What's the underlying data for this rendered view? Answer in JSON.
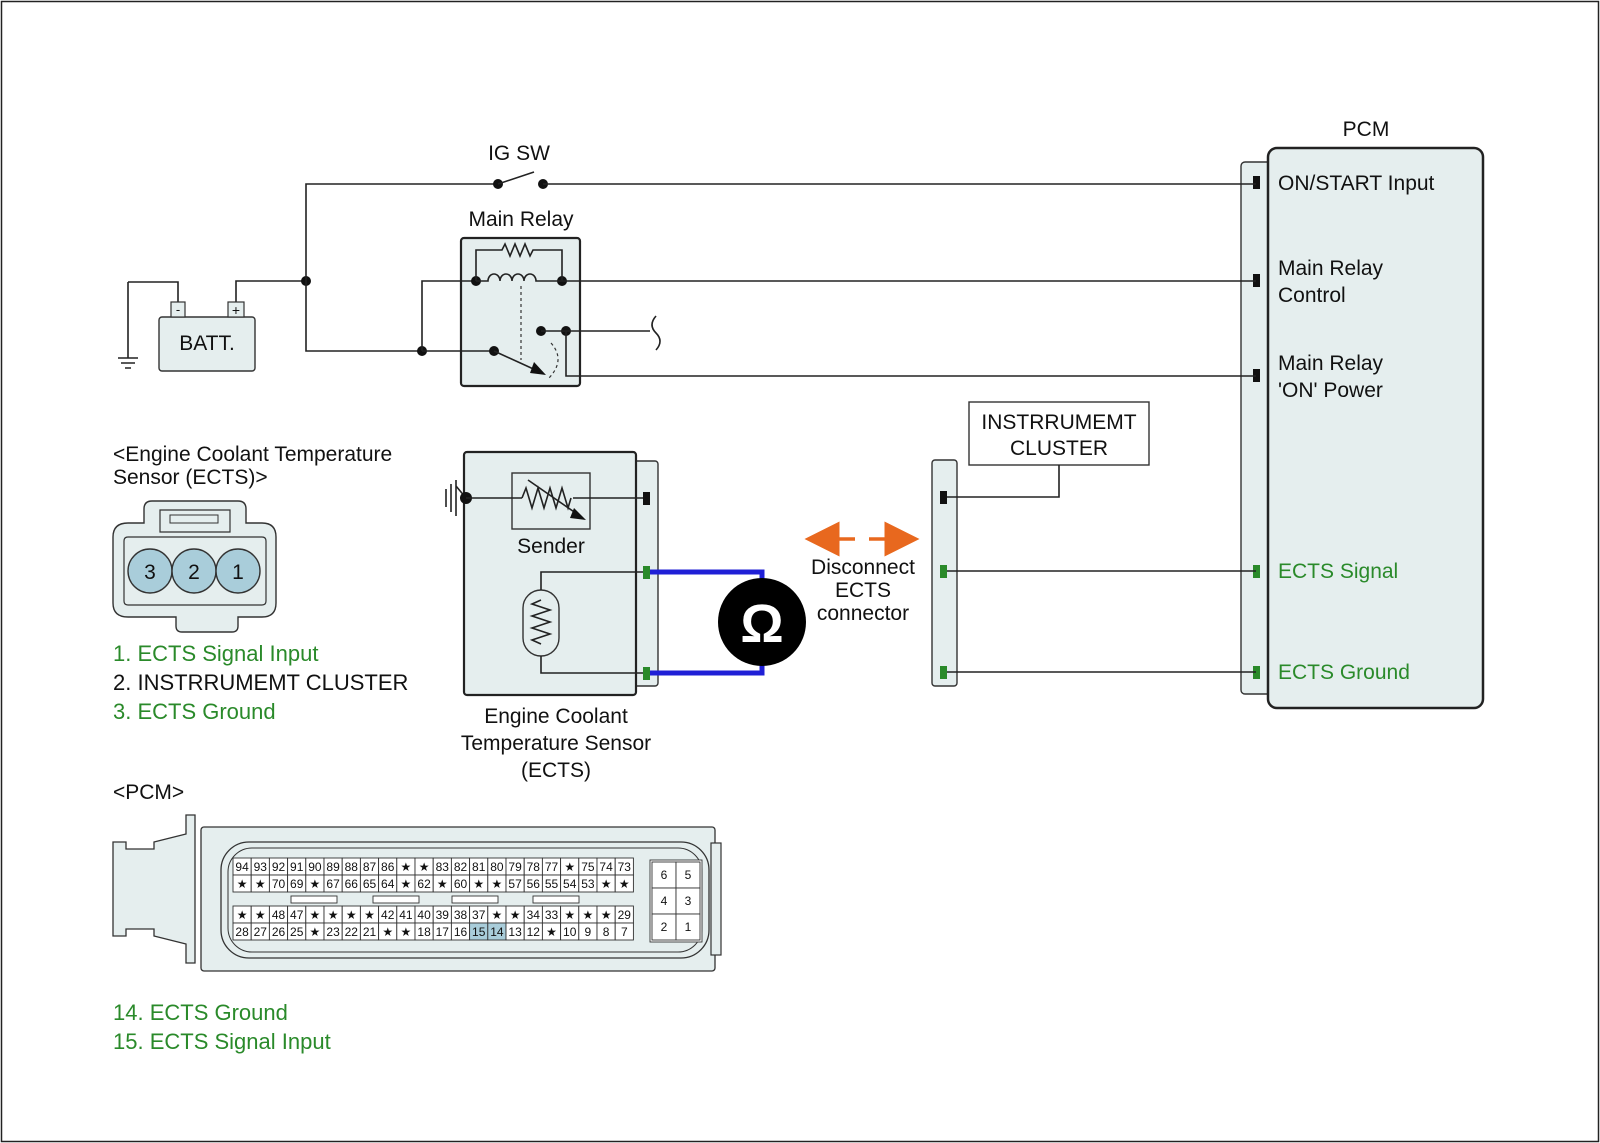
{
  "labels": {
    "ig_sw": "IG SW",
    "main_relay": "Main Relay",
    "batt": "BATT.",
    "batt_minus": "-",
    "batt_plus": "+",
    "pcm_title": "PCM",
    "instr_cluster_line1": "INSTRRUMEMT",
    "instr_cluster_line2": "CLUSTER",
    "sender": "Sender",
    "ects_sensor_line1": "Engine Coolant",
    "ects_sensor_line2": "Temperature Sensor",
    "ects_sensor_line3": "(ECTS)",
    "disconnect_line1": "Disconnect",
    "disconnect_line2": "ECTS",
    "disconnect_line3": "connector",
    "ohm_symbol": "Ω"
  },
  "pcm_pins": {
    "on_start": "ON/START Input",
    "main_relay_control_1": "Main Relay",
    "main_relay_control_2": "Control",
    "main_relay_on_power_1": "Main Relay",
    "main_relay_on_power_2": "'ON' Power",
    "ects_signal": "ECTS Signal",
    "ects_ground": "ECTS Ground"
  },
  "ects_connector": {
    "title_line1": "<Engine Coolant Temperature",
    "title_line2": "Sensor (ECTS)>",
    "pins": [
      "3",
      "2",
      "1"
    ],
    "legend": [
      {
        "text": "1. ECTS Signal Input",
        "color": "#2a8a2a"
      },
      {
        "text": "2. INSTRRUMEMT CLUSTER",
        "color": "#111111"
      },
      {
        "text": "3. ECTS Ground",
        "color": "#2a8a2a"
      }
    ]
  },
  "pcm_connector": {
    "title": "<PCM>",
    "row1": [
      "94",
      "93",
      "92",
      "91",
      "90",
      "89",
      "88",
      "87",
      "86",
      "★",
      "★",
      "83",
      "82",
      "81",
      "80",
      "79",
      "78",
      "77",
      "★",
      "75",
      "74",
      "73"
    ],
    "row2": [
      "★",
      "★",
      "70",
      "69",
      "★",
      "67",
      "66",
      "65",
      "64",
      "★",
      "62",
      "★",
      "60",
      "★",
      "★",
      "57",
      "56",
      "55",
      "54",
      "53",
      "★",
      "★"
    ],
    "row3": [
      "★",
      "★",
      "48",
      "47",
      "★",
      "★",
      "★",
      "★",
      "42",
      "41",
      "40",
      "39",
      "38",
      "37",
      "★",
      "★",
      "34",
      "33",
      "★",
      "★",
      "★",
      "29"
    ],
    "row4": [
      "28",
      "27",
      "26",
      "25",
      "★",
      "23",
      "22",
      "21",
      "★",
      "★",
      "18",
      "17",
      "16",
      "15",
      "14",
      "13",
      "12",
      "★",
      "10",
      "9",
      "8",
      "7"
    ],
    "highlighted": [
      "15",
      "14"
    ],
    "side_pins": [
      [
        "6",
        "5"
      ],
      [
        "4",
        "3"
      ],
      [
        "2",
        "1"
      ]
    ],
    "legend": [
      {
        "text": "14. ECTS Ground",
        "color": "#2a8a2a"
      },
      {
        "text": "15. ECTS Signal Input",
        "color": "#2a8a2a"
      }
    ]
  },
  "colors": {
    "panel_fill": "#e5eeee",
    "green": "#2a8a2a",
    "meter_wire": "#1f1fd6",
    "arrow": "#e8681e",
    "pin_highlight": "#a9cdda",
    "connector_pin": "#a9cdda"
  }
}
